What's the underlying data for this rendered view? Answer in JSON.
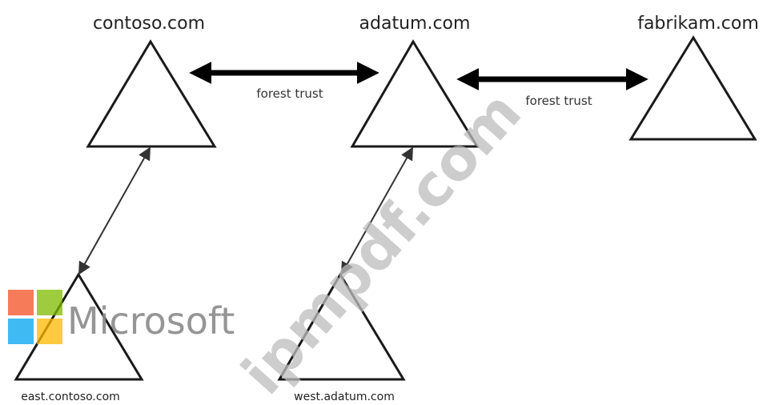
{
  "domains": {
    "contoso": "contoso.com",
    "adatum": "adatum.com",
    "fabrikam": "fabrikam.com",
    "east_contoso": "east.contoso.com",
    "west_adatum": "west.adatum.com"
  },
  "trusts": {
    "contoso_adatum": "forest trust",
    "adatum_fabrikam": "forest trust"
  },
  "watermarks": {
    "site": "ipmpdf.com",
    "brand": "Microsoft"
  },
  "colors": {
    "ms_red": "#f25022",
    "ms_green": "#7fba00",
    "ms_blue": "#00a4ef",
    "ms_yellow": "#ffb900"
  }
}
